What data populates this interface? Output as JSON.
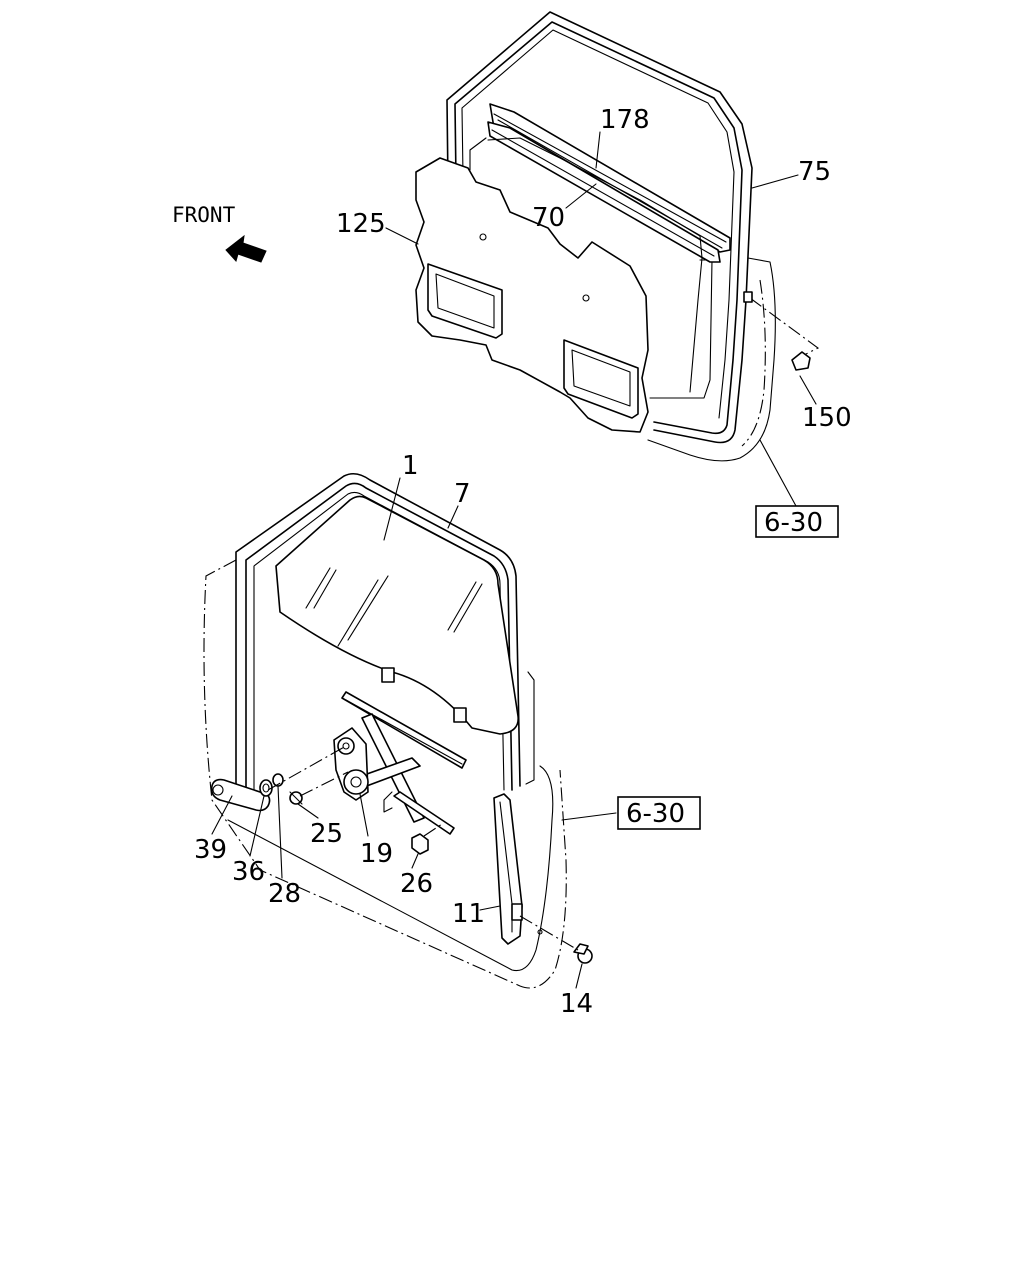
{
  "orientation": {
    "label": "FRONT"
  },
  "callouts": {
    "p1": "1",
    "p7": "7",
    "p11": "11",
    "p14": "14",
    "p19": "19",
    "p25": "25",
    "p26": "26",
    "p28": "28",
    "p36": "36",
    "p39": "39",
    "p70": "70",
    "p75": "75",
    "p125": "125",
    "p150": "150",
    "p178": "178"
  },
  "references": {
    "upper_ref": "6-30",
    "lower_ref": "6-30"
  }
}
